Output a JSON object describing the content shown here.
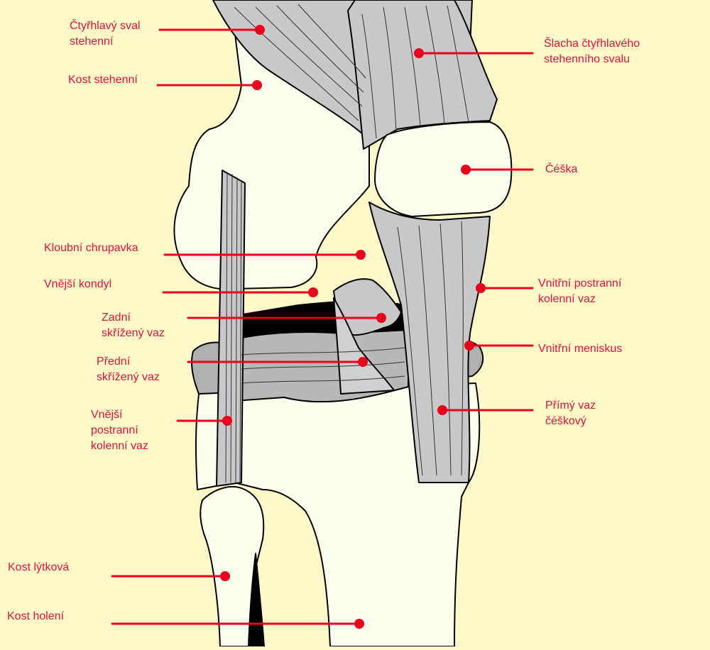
{
  "colors": {
    "background": "#FFF8C8",
    "bone": "#FFFFEE",
    "ligament": "#C8C8C8",
    "ligament_dark": "#A8A8A8",
    "label": "#E0143C",
    "leader": "#E8001C",
    "outline": "#000000"
  },
  "labels": {
    "quadriceps": "Čtyřhlavý sval\nstehenní",
    "femur": "Kost stehenní",
    "cartilage": "Kloubní chrupavka",
    "lateral_condyle": "Vnější kondyl",
    "pcl": "Zadní\nskřížený vaz",
    "acl": "Přední\nskřížený vaz",
    "lcl": "Vnější\npostranní\nkolenní vaz",
    "fibula": "Kost lýtková",
    "tibia": "Kost holení",
    "quad_tendon": "Šlacha čtyřhlavého\nstehenního svalu",
    "patella": "Čéška",
    "mcl": "Vnitřní postranní\nkolenní vaz",
    "medial_meniscus": "Vnitřní meniskus",
    "patellar_ligament": "Přímý vaz\nčéškový"
  }
}
